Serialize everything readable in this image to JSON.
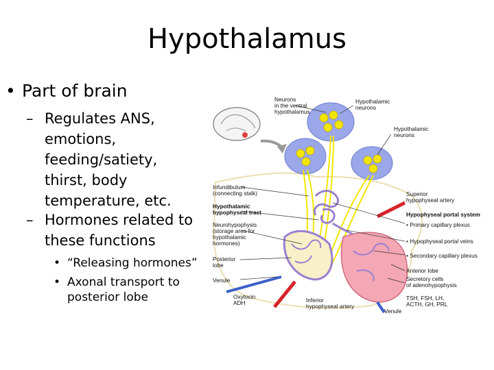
{
  "title": "Hypothalamus",
  "bullet": "Part of brain",
  "bullet_symbol": "•",
  "dash_symbol": "–",
  "subbullets": [
    "Regulates ANS,\nemotions,\nfeeding/satiety,\nthirst, body\ntemperature, etc.",
    "Hormones related to\nthese functions"
  ],
  "subsubbullets": [
    "“Releasing hormones”",
    "Axonal transport to\nposterior lobe"
  ],
  "diagram": {
    "labels": {
      "neurons_ventral": [
        "Neurons",
        "in the ventral",
        "hypothalamus"
      ],
      "hypothalamic_neurons_1": [
        "Hypothalamic",
        "neurons"
      ],
      "hypothalamic_neurons_2": [
        "Hypothalamic",
        "neurons"
      ],
      "infundibulum": [
        "Infundibulum",
        "(connecting stalk)"
      ],
      "hypothalamic_tract": [
        "Hypothalamic",
        "hypophyseal tract"
      ],
      "neurohypophysis": [
        "Neurohypophysis",
        "(storage area for",
        "hypothalamic",
        "hormones)"
      ],
      "posterior_lobe": [
        "Posterior",
        "lobe"
      ],
      "venule_left": "Venule",
      "oxytocin": [
        "Oxytocin",
        "ADH"
      ],
      "inferior_artery": [
        "Inferior",
        "hypophyseal artery"
      ],
      "venule_bottom": "Venule",
      "superior_artery": [
        "Superior",
        "hypophyseal artery"
      ],
      "portal_system": "Hypophyseal portal system",
      "primary_plexus": "• Primary capillary plexus",
      "portal_veins": "• Hypophyseal portal veins",
      "secondary_plexus": "• Secondary capillary plexus",
      "anterior_lobe": "Anterior lobe",
      "secretory_cells": [
        "Secretory cells",
        "of adenohypophysis"
      ],
      "hormones": [
        "TSH, FSH, LH,",
        "ACTH, GH, PRL"
      ]
    },
    "colors": {
      "axon": "#f2e600",
      "neuron_bubble": "#9aa7e8",
      "capillary": "#9a7fd0",
      "anterior_lobe": "#f4a7b4",
      "artery": "#d8232a",
      "vein": "#3b5fc8",
      "outline": "#e8d9a0"
    }
  }
}
